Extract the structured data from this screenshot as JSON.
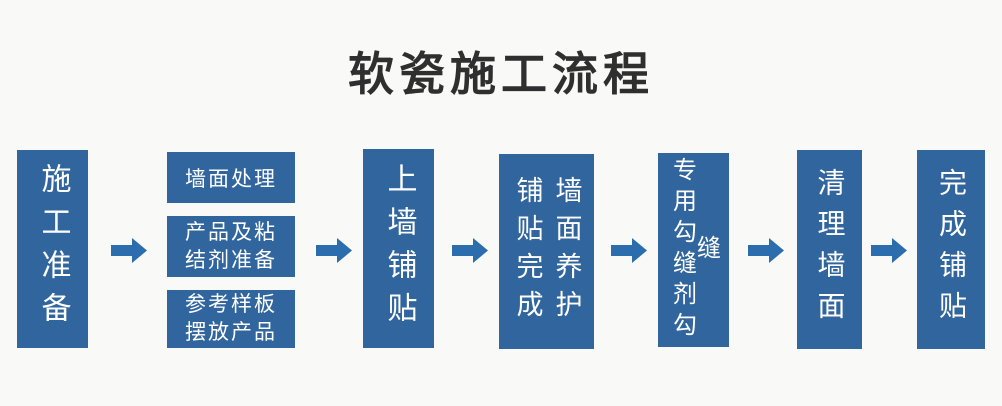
{
  "title": "软瓷施工流程",
  "flow": {
    "steps": [
      {
        "label": "施工准备"
      },
      {
        "sub_steps": [
          {
            "label": "墙面处理"
          },
          {
            "label": "产品及粘\n结剂准备"
          },
          {
            "label": "参考样板\n摆放产品"
          }
        ]
      },
      {
        "label": "上墙铺贴"
      },
      {
        "columns": [
          {
            "label": "铺贴完成"
          },
          {
            "label": "墙面养护"
          }
        ]
      },
      {
        "label": "专用勾缝剂勾缝"
      },
      {
        "label": "清理墙面"
      },
      {
        "label": "完成铺贴"
      }
    ]
  },
  "colors": {
    "background": "#f9f9f8",
    "box_blue": "#31659e",
    "arrow_blue": "#2b6dad",
    "title_text": "#2f2f2f",
    "box_text": "#ffffff"
  }
}
